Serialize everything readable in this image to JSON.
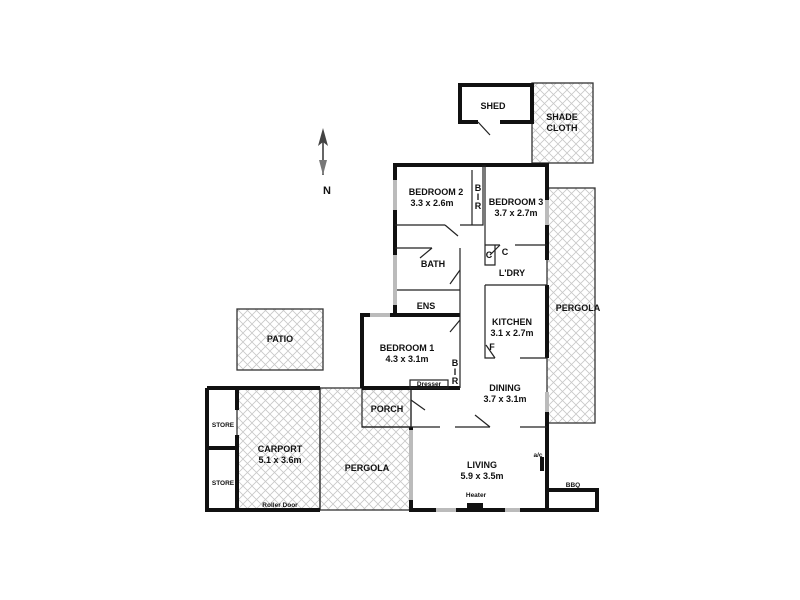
{
  "compass": {
    "label": "N"
  },
  "rooms": {
    "shed": {
      "name": "SHED"
    },
    "shade_cloth": {
      "name": "SHADE",
      "name2": "CLOTH"
    },
    "bedroom2": {
      "name": "BEDROOM 2",
      "dims": "3.3 x 2.6m"
    },
    "bir_top": {
      "l1": "B",
      "l2": "I",
      "l3": "R"
    },
    "bedroom3": {
      "name": "BEDROOM 3",
      "dims": "3.7 x 2.7m"
    },
    "bath": {
      "name": "BATH"
    },
    "cupboard1": {
      "name": "C"
    },
    "cupboard2": {
      "name": "C"
    },
    "laundry": {
      "name": "L'DRY"
    },
    "ens": {
      "name": "ENS"
    },
    "pergola_right": {
      "name": "PERGOLA"
    },
    "kitchen": {
      "name": "KITCHEN",
      "dims": "3.1 x 2.7m"
    },
    "fridge": {
      "name": "F"
    },
    "patio": {
      "name": "PATIO"
    },
    "bedroom1": {
      "name": "BEDROOM 1",
      "dims": "4.3 x 3.1m"
    },
    "bir_bed1": {
      "l1": "B",
      "l2": "I",
      "l3": "R"
    },
    "dresser": {
      "name": "Dresser"
    },
    "dining": {
      "name": "DINING",
      "dims": "3.7 x 3.1m"
    },
    "porch": {
      "name": "PORCH"
    },
    "store1": {
      "name": "STORE"
    },
    "store2": {
      "name": "STORE"
    },
    "carport": {
      "name": "CARPORT",
      "dims": "5.1 x 3.6m"
    },
    "roller_door": {
      "name": "Roller Door"
    },
    "pergola_mid": {
      "name": "PERGOLA"
    },
    "living": {
      "name": "LIVING",
      "dims": "5.9 x 3.5m"
    },
    "ac": {
      "name": "a/c"
    },
    "heater": {
      "name": "Heater"
    },
    "bbq": {
      "name": "BBQ"
    }
  }
}
